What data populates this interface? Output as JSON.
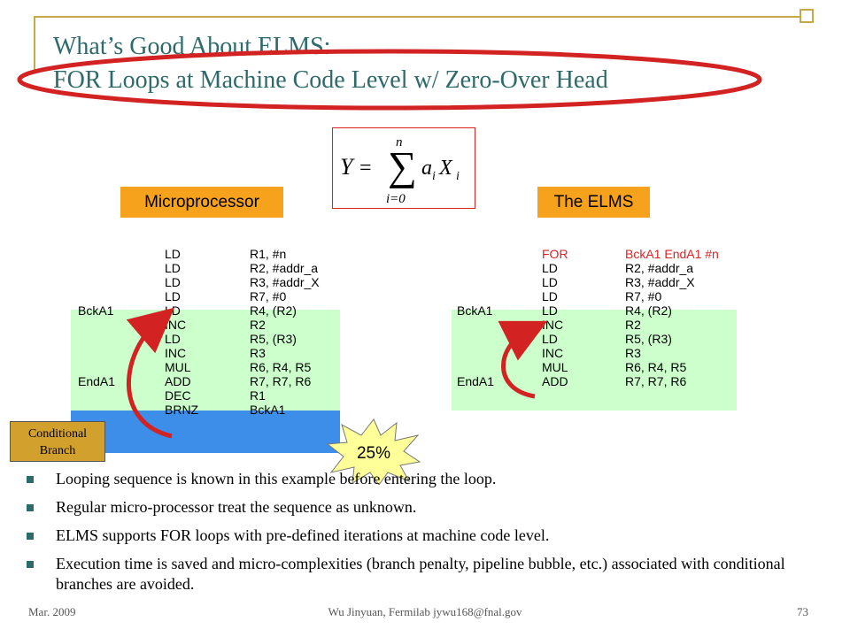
{
  "slide": {
    "title_line1": "What’s Good About ELMS:",
    "title_line2": "FOR Loops at Machine Code Level w/ Zero-Over Head",
    "labels": {
      "microprocessor": "Microprocessor",
      "elms": "The ELMS"
    },
    "formula": {
      "lhs": "Y",
      "eq": "=",
      "upper": "n",
      "lower": "i=0",
      "term_a": "a",
      "term_x": "X",
      "sub": "i"
    },
    "micro_code": [
      {
        "label": "",
        "op": "LD",
        "arg": "R1, #n"
      },
      {
        "label": "",
        "op": "LD",
        "arg": "R2, #addr_a"
      },
      {
        "label": "",
        "op": "LD",
        "arg": "R3, #addr_X"
      },
      {
        "label": "",
        "op": "LD",
        "arg": "R7, #0"
      },
      {
        "label": "BckA1",
        "op": "LD",
        "arg": "R4, (R2)"
      },
      {
        "label": "",
        "op": "INC",
        "arg": "R2"
      },
      {
        "label": "",
        "op": "LD",
        "arg": "R5, (R3)"
      },
      {
        "label": "",
        "op": "INC",
        "arg": "R3"
      },
      {
        "label": "",
        "op": "MUL",
        "arg": "R6, R4, R5"
      },
      {
        "label": "EndA1",
        "op": "ADD",
        "arg": "R7, R7, R6"
      },
      {
        "label": "",
        "op": "DEC",
        "arg": "R1"
      },
      {
        "label": "",
        "op": "BRNZ",
        "arg": "BckA1"
      }
    ],
    "elms_code": [
      {
        "label": "",
        "op": "FOR",
        "arg": "BckA1 EndA1 #n"
      },
      {
        "label": "",
        "op": "LD",
        "arg": "R2, #addr_a"
      },
      {
        "label": "",
        "op": "LD",
        "arg": "R3, #addr_X"
      },
      {
        "label": "",
        "op": "LD",
        "arg": "R7, #0"
      },
      {
        "label": "BckA1",
        "op": "LD",
        "arg": "R4, (R2)"
      },
      {
        "label": "",
        "op": "INC",
        "arg": "R2"
      },
      {
        "label": "",
        "op": "LD",
        "arg": "R5, (R3)"
      },
      {
        "label": "",
        "op": "INC",
        "arg": "R3"
      },
      {
        "label": "",
        "op": "MUL",
        "arg": "R6, R4, R5"
      },
      {
        "label": "EndA1",
        "op": "ADD",
        "arg": "R7, R7, R6"
      }
    ],
    "conditional_branch": [
      "Conditional",
      "Branch"
    ],
    "starburst": "25%",
    "bullets": [
      "Looping sequence is known in this example before entering the loop.",
      "Regular micro-processor treat the sequence as unknown.",
      "ELMS supports FOR loops with pre-defined iterations at machine code level.",
      "Execution time is saved and micro-complexities (branch penalty, pipeline bubble, etc.) associated with conditional branches are avoided."
    ],
    "footer": {
      "date": "Mar. 2009",
      "author": "Wu Jinyuan, Fermilab jywu168@fnal.gov",
      "page": "73"
    },
    "colors": {
      "title": "#2f6a6a",
      "accent_orange": "#f7a21d",
      "loop_green": "#ccffcc",
      "branch_blue": "#3d8ee8",
      "highlight_red": "#d22222",
      "frame_gold": "#c8a94a"
    }
  }
}
